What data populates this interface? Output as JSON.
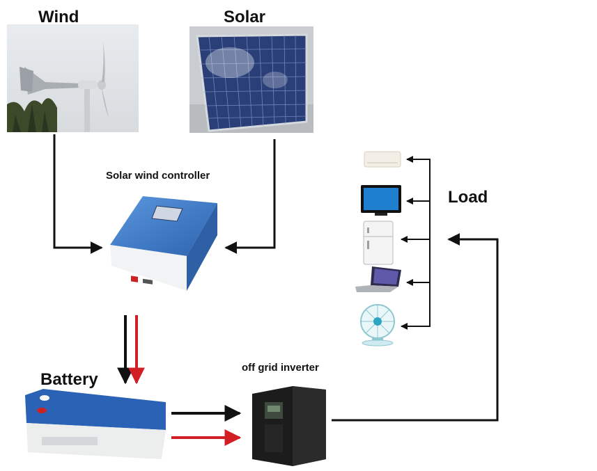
{
  "labels": {
    "wind": "Wind",
    "solar": "Solar",
    "controller": "Solar wind controller",
    "battery": "Battery",
    "inverter": "off grid inverter",
    "load": "Load"
  },
  "colors": {
    "line_dark": "#111111",
    "line_red": "#d21f26",
    "panel_blue": "#2b5bb8",
    "controller_blue": "#3f7fd0",
    "battery_blue": "#2a63b6",
    "inverter_black": "#1c1c1c"
  },
  "icons": {
    "wind": "wind-turbine-icon",
    "solar": "solar-panel-icon",
    "controller": "charge-controller-icon",
    "battery": "battery-icon",
    "inverter": "inverter-icon",
    "loads": [
      "air-conditioner-icon",
      "television-icon",
      "refrigerator-icon",
      "laptop-icon",
      "fan-icon"
    ]
  }
}
